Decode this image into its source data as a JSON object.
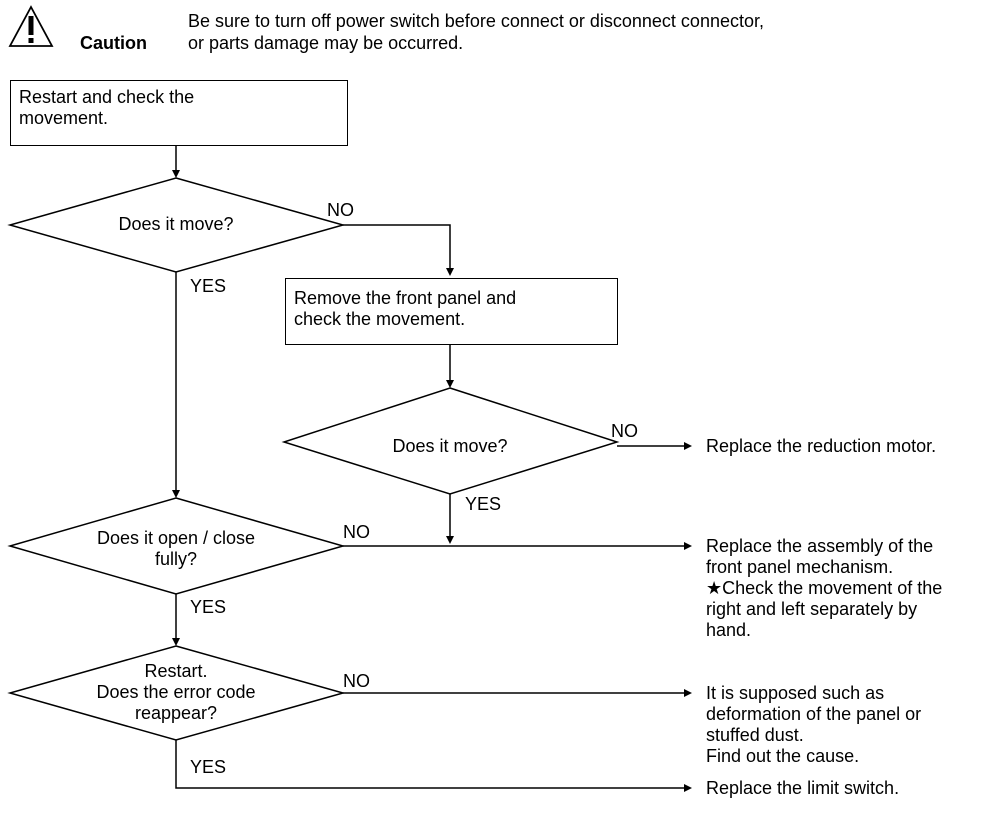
{
  "caution": {
    "label": "Caution",
    "icon": "warning-triangle-icon",
    "message_line1": "Be sure to turn off power switch before connect or disconnect connector,",
    "message_line2": "or parts damage may be occurred."
  },
  "steps": {
    "restart_box": "Restart and check the\nmovement.",
    "decision1": "Does it move?",
    "front_panel_box": "Remove the front panel and\ncheck the movement.",
    "decision2": "Does it move?",
    "decision3": "Does it open / close\nfully?",
    "decision4": "Restart.\nDoes the error code\nreappear?"
  },
  "labels": {
    "no": "NO",
    "yes": "YES"
  },
  "outcomes": {
    "reduction_motor": "Replace the reduction motor.",
    "front_panel_assembly": "Replace the assembly of the\nfront panel mechanism.",
    "hand_check": "★Check the movement of the\n   right and left separately by\n   hand.",
    "deformation": "It is supposed such as\ndeformation of the panel or\nstuffed dust.\nFind out the cause.",
    "limit_switch": "Replace the limit switch."
  }
}
